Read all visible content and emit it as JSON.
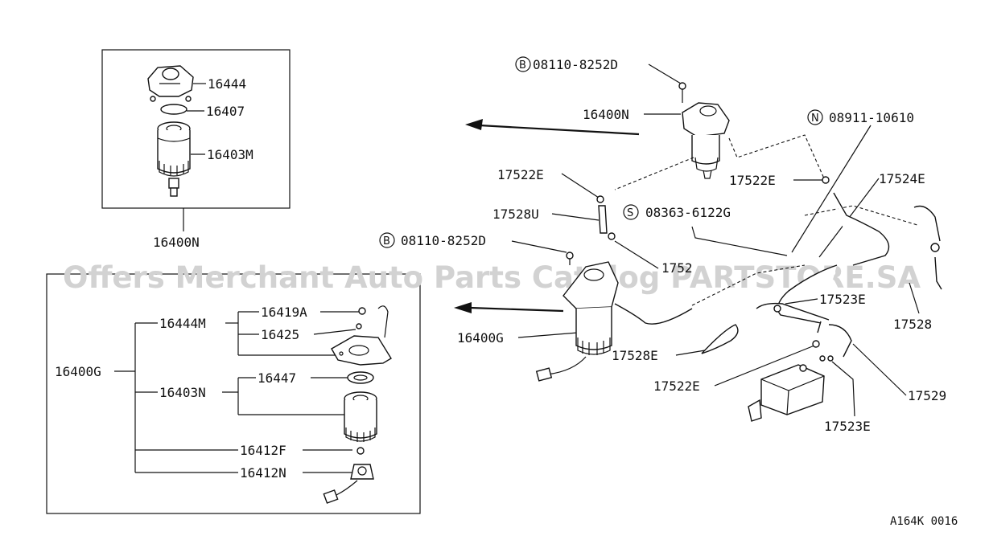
{
  "watermark": "Offers Merchant Auto Parts Catalog PARTSTORE.SA",
  "diagram_code": "A164K 0016",
  "upper_inset": {
    "callouts": [
      "16444",
      "16407",
      "16403M"
    ],
    "assembly": "16400N"
  },
  "lower_inset": {
    "assembly": "16400G",
    "groups": [
      "16444M",
      "16403N"
    ],
    "callouts": [
      "16419A",
      "16425",
      "16447",
      "16412F",
      "16412N"
    ]
  },
  "main": {
    "bolt_top": {
      "symbol": "B",
      "code": "08110-8252D"
    },
    "nut": {
      "symbol": "N",
      "code": "08911-10610"
    },
    "screw": {
      "symbol": "S",
      "code": "08363-6122G"
    },
    "bolt_mid": {
      "symbol": "B",
      "code": "08110-8252D"
    },
    "filter_upper": "16400N",
    "filter_lower": "16400G",
    "clamp_a": "17522E",
    "clamp_b": "17522E",
    "clamp_c": "17522E",
    "hose_a": "17528U",
    "hose_b": "17524E",
    "hose_c": "17528",
    "hose_d": "17528E",
    "hose_e": "17529",
    "clip_a": "17523E",
    "clip_b": "17523E",
    "partial_label": "1752"
  }
}
